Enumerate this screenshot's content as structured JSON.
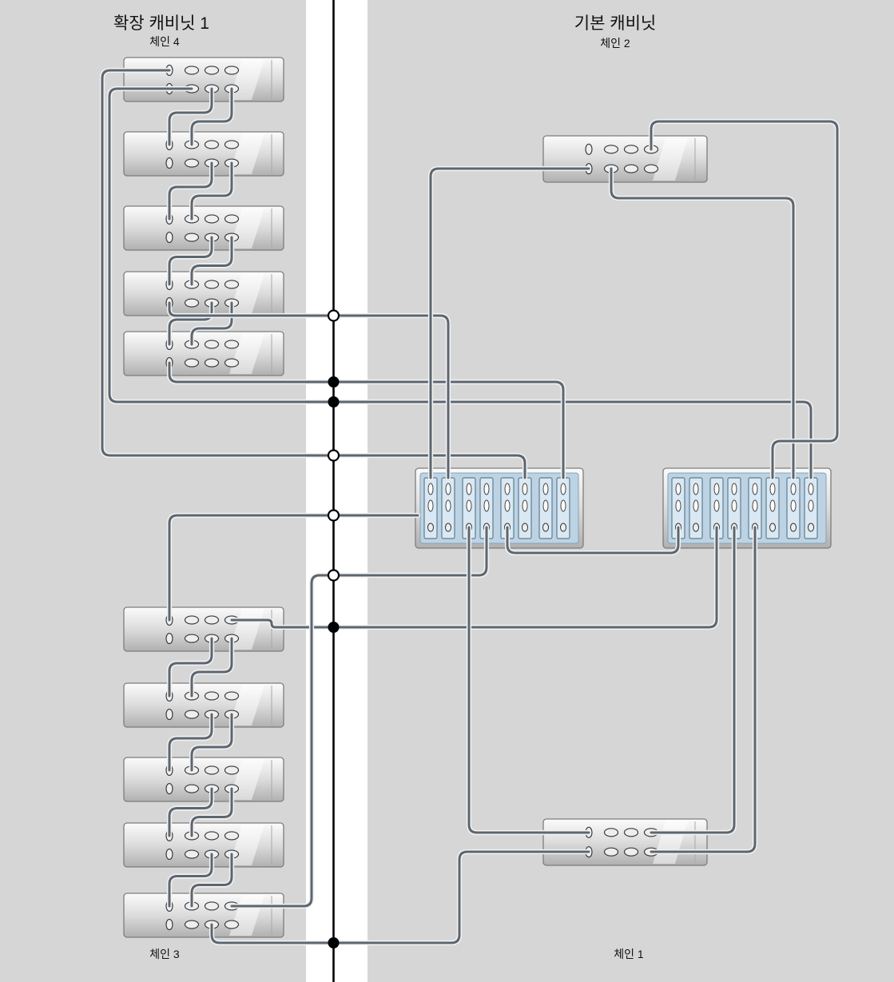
{
  "left_cabinet": {
    "title": "확장 캐비닛 1",
    "top_chain": "체인 4",
    "bottom_chain": "체인 3",
    "top_shelf_count": 5,
    "bottom_shelf_count": 5
  },
  "right_cabinet": {
    "title": "기본 캐비닛",
    "top_chain": "체인 2",
    "bottom_chain": "체인 1",
    "shelf_count": 2,
    "controller_count": 2
  },
  "colors": {
    "panel": "#d6d6d6",
    "cable": "#5c6670",
    "cable_halo": "#f2f2f2",
    "controller_fill": "#bdd3e3",
    "slot_fill": "#d9e8f2",
    "slot_stroke": "#5d7d92",
    "shelf_stroke": "#7d7d7d",
    "centerline": "#000000"
  }
}
